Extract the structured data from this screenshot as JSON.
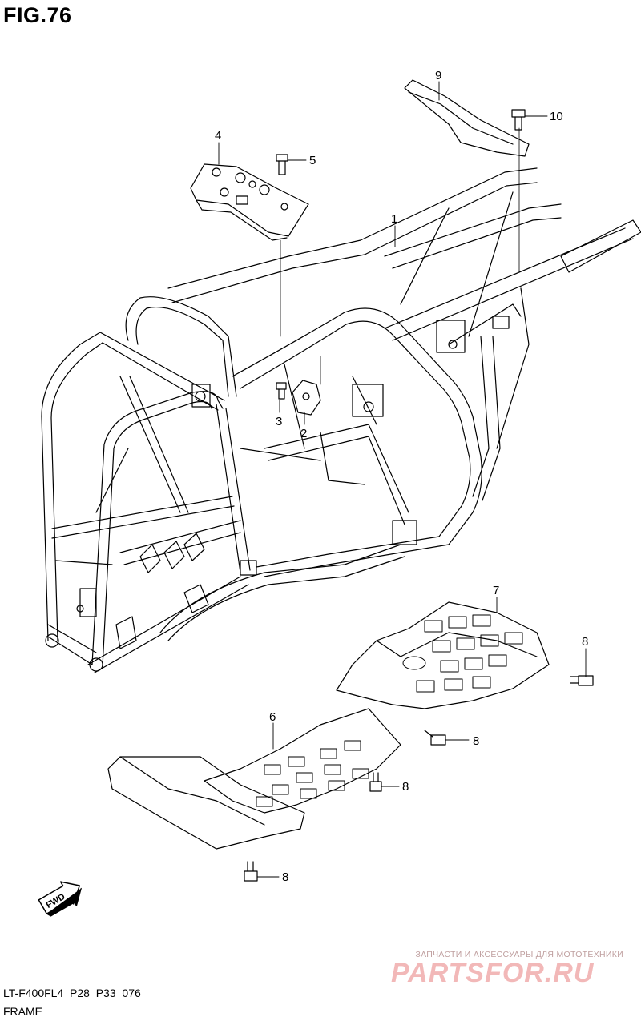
{
  "figure": {
    "title": "FIG.76"
  },
  "callouts": [
    {
      "id": "c1",
      "label": "1"
    },
    {
      "id": "c2",
      "label": "2"
    },
    {
      "id": "c3",
      "label": "3"
    },
    {
      "id": "c4",
      "label": "4"
    },
    {
      "id": "c5",
      "label": "5"
    },
    {
      "id": "c6",
      "label": "6"
    },
    {
      "id": "c7",
      "label": "7"
    },
    {
      "id": "c8a",
      "label": "8"
    },
    {
      "id": "c8b",
      "label": "8"
    },
    {
      "id": "c8c",
      "label": "8"
    },
    {
      "id": "c8d",
      "label": "8"
    },
    {
      "id": "c9",
      "label": "9"
    },
    {
      "id": "c10",
      "label": "10"
    }
  ],
  "fwd_label": "FWD",
  "footer": {
    "code": "LT-F400FL4_P28_P33_076",
    "caption": "FRAME"
  },
  "watermark": {
    "tagline": "ЗАПЧАСТИ И АКСЕССУАРЫ ДЛЯ МОТОТЕХНИКИ",
    "logo": "PARTSFOR.RU"
  },
  "colors": {
    "line": "#000000",
    "watermark": "#f2b8b8"
  }
}
